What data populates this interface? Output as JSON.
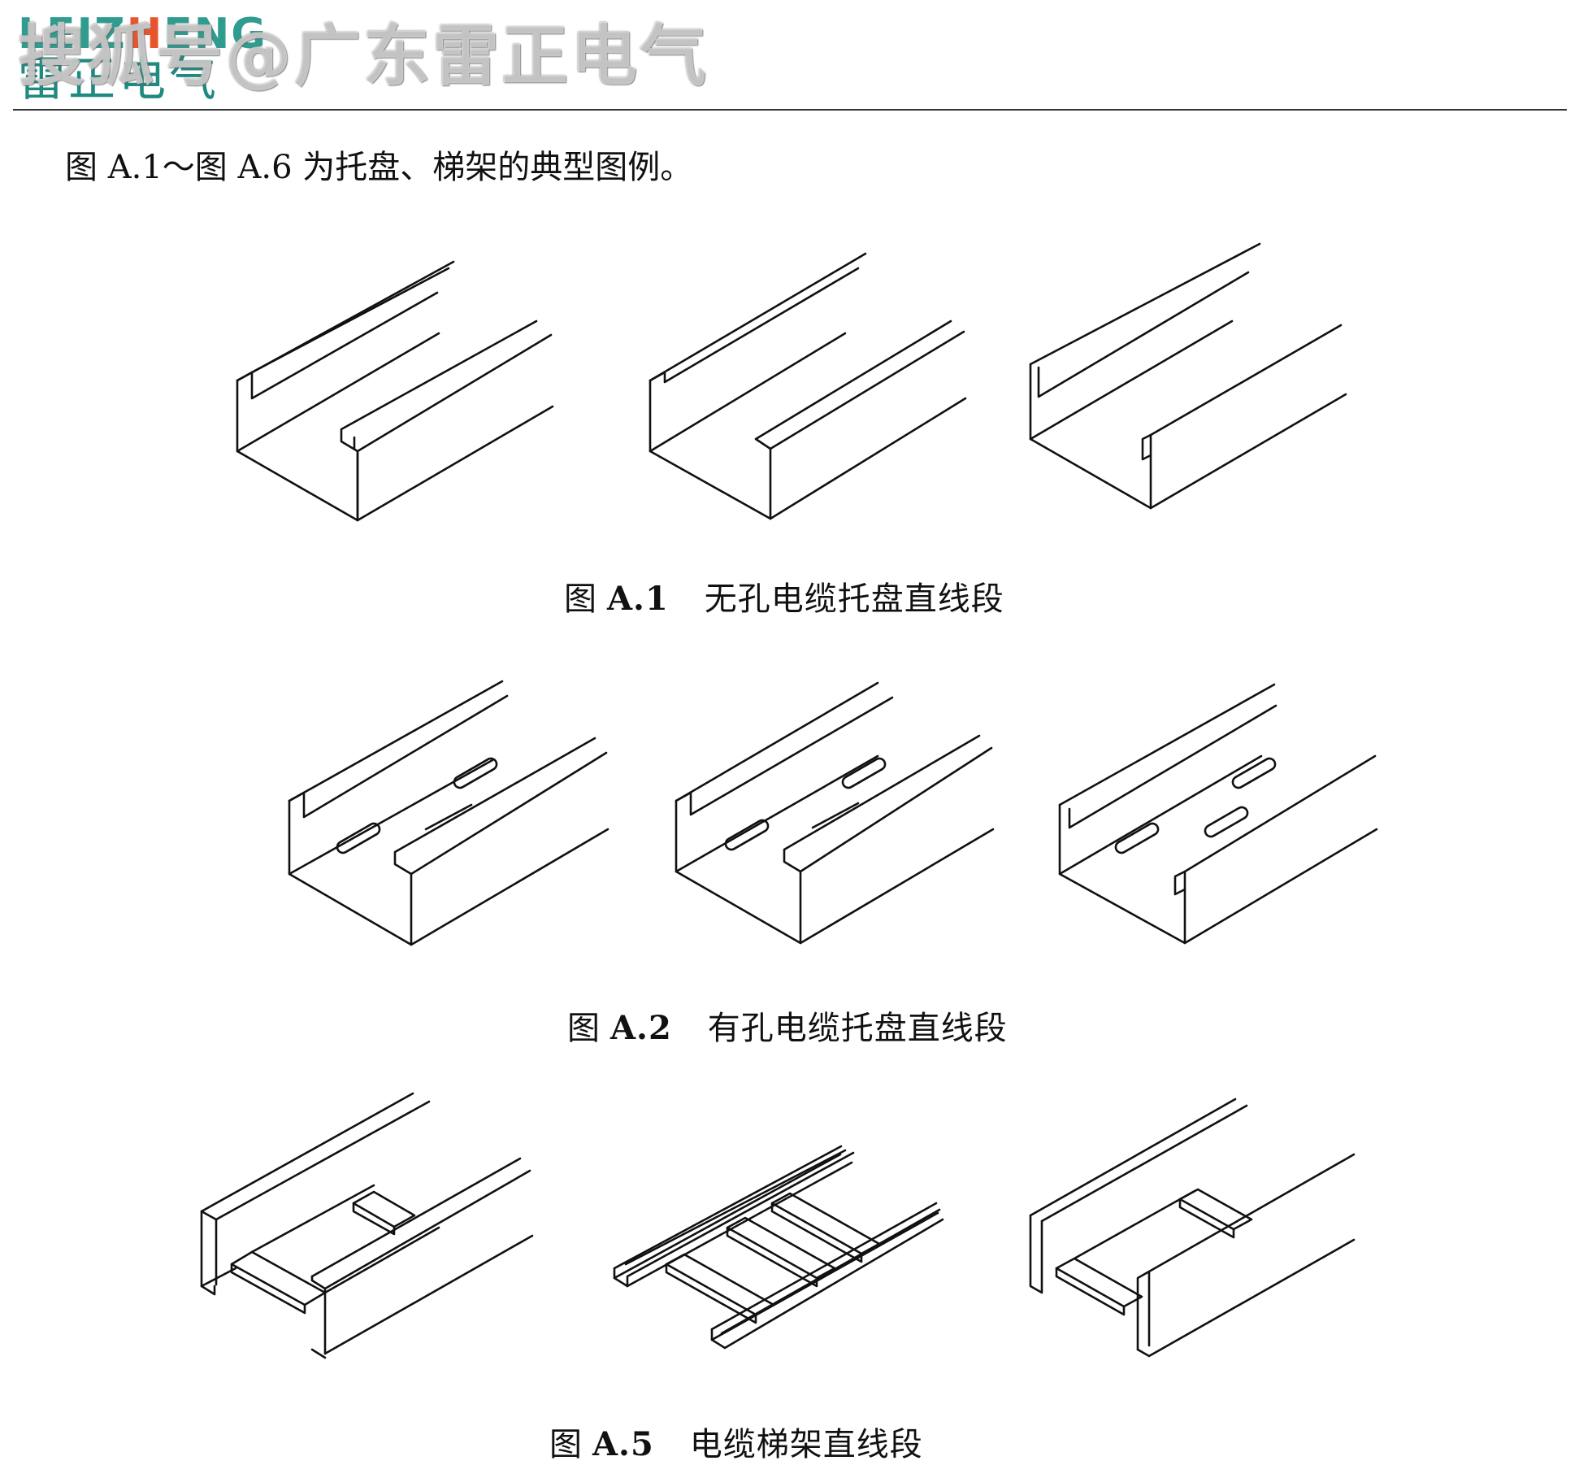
{
  "logo": {
    "wordmark_part1": "LEIZ",
    "wordmark_part2": "H",
    "wordmark_part3": "ENG",
    "chinese": "雷正电气",
    "colors": {
      "teal": "#2f9c8f",
      "orange": "#e8552d"
    }
  },
  "watermark": "搜狐号@广东雷正电气",
  "intro_text": "图 A.1～图 A.6 为托盘、梯架的典型图例。",
  "figures": [
    {
      "label": "图",
      "number": "A.1",
      "title": "无孔电缆托盘直线段"
    },
    {
      "label": "图",
      "number": "A.2",
      "title": "有孔电缆托盘直线段"
    },
    {
      "label": "图",
      "number": "A.5",
      "title": "电缆梯架直线段"
    }
  ]
}
